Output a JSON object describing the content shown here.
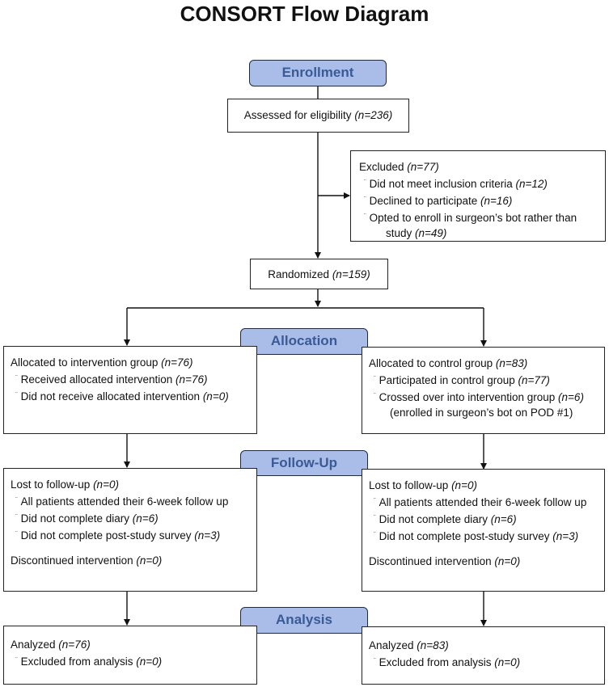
{
  "title": "CONSORT Flow Diagram",
  "stages": {
    "enrollment": "Enrollment",
    "allocation": "Allocation",
    "followup": "Follow-Up",
    "analysis": "Analysis"
  },
  "bullet": "¨",
  "assessed": {
    "text": "Assessed for eligibility ",
    "n": "(n=236)"
  },
  "excluded": {
    "text": "Excluded ",
    "n": "(n=77)",
    "items": [
      {
        "text": "Did not meet inclusion criteria ",
        "n": "(n=12)"
      },
      {
        "text": "Declined to participate ",
        "n": "(n=16)"
      },
      {
        "text": "Opted to enroll in surgeon’s bot rather than"
      }
    ],
    "continuation": {
      "text": "study ",
      "n": "(n=49)"
    }
  },
  "randomized": {
    "text": "Randomized ",
    "n": "(n=159)"
  },
  "allocation_left": {
    "text": "Allocated to intervention group ",
    "n": "(n=76)",
    "items": [
      {
        "text": "Received allocated intervention ",
        "n": "(n=76)"
      },
      {
        "text": "Did not receive allocated intervention ",
        "n": "(n=0)"
      }
    ]
  },
  "allocation_right": {
    "text": "Allocated to control group ",
    "n": "(n=83)",
    "items": [
      {
        "text": "Participated in control group ",
        "n": "(n=77)"
      },
      {
        "text": "Crossed over into intervention group ",
        "n": "(n=6)"
      }
    ],
    "continuation": "(enrolled in surgeon’s bot on POD #1)"
  },
  "followup_left": {
    "text": "Lost to follow-up ",
    "n": "(n=0)",
    "items": [
      {
        "text": "All patients attended their 6-week follow up"
      },
      {
        "text": "Did not complete diary ",
        "n": "(n=6)"
      },
      {
        "text": "Did not complete post-study survey ",
        "n": "(n=3)"
      }
    ],
    "discontinued": {
      "text": "Discontinued intervention ",
      "n": "(n=0)"
    }
  },
  "followup_right": {
    "text": "Lost to follow-up ",
    "n": "(n=0)",
    "items": [
      {
        "text": "All patients attended their 6-week follow up"
      },
      {
        "text": "Did not complete diary ",
        "n": "(n=6)"
      },
      {
        "text": "Did not complete post-study survey ",
        "n": "(n=3)"
      }
    ],
    "discontinued": {
      "text": "Discontinued intervention ",
      "n": "(n=0)"
    }
  },
  "analysis_left": {
    "text": "Analyzed ",
    "n": "(n=76)",
    "items": [
      {
        "text": "Excluded from analysis ",
        "n": "(n=0)"
      }
    ]
  },
  "analysis_right": {
    "text": "Analyzed ",
    "n": "(n=83)",
    "items": [
      {
        "text": "Excluded from analysis ",
        "n": "(n=0)"
      }
    ]
  }
}
